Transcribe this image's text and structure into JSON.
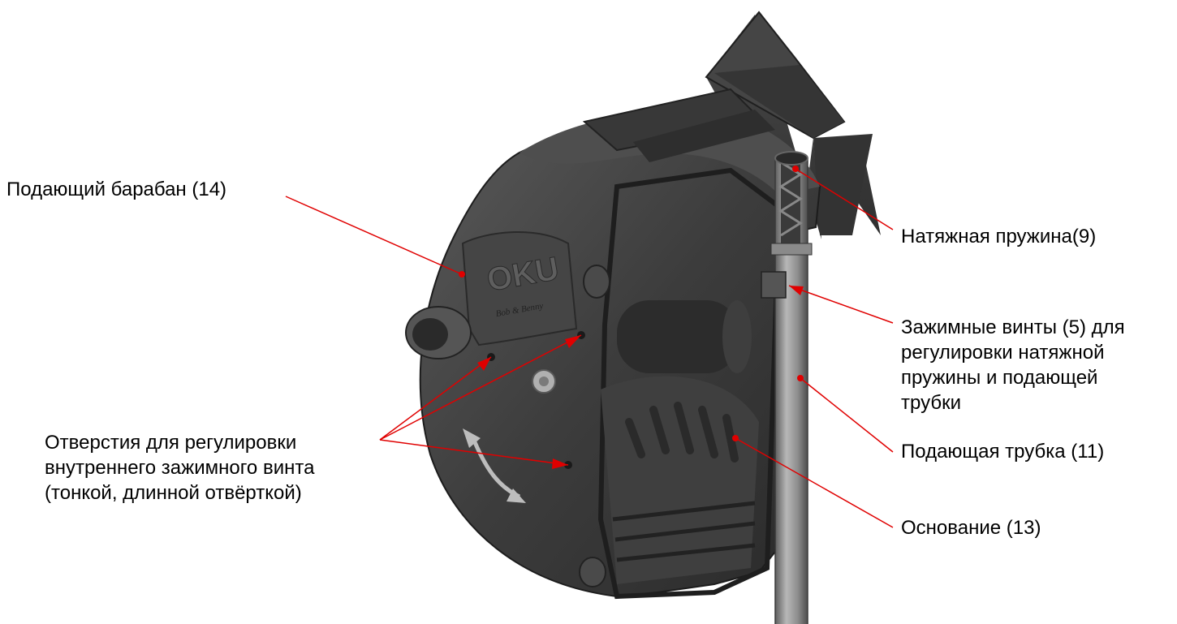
{
  "labels": {
    "drum": "Подающий барабан (14)",
    "holes_line1": "Отверстия для регулировки",
    "holes_line2": "внутреннего зажимного винта",
    "holes_line3": "(тонкой, длинной отвёрткой)",
    "spring": "Натяжная пружина(9)",
    "screws_line1": "Зажимные винты (5) для",
    "screws_line2": "регулировки натяжной",
    "screws_line3": "пружины и подающей",
    "screws_line4": "трубки",
    "tube": "Подающая трубка (11)",
    "base": "Основание (13)"
  },
  "logo": {
    "brand": "OKU",
    "sub": "Bob & Benny"
  },
  "colors": {
    "leader_line": "#e00000",
    "body_dark": "#3a3a3a",
    "body_mid": "#505050",
    "body_light": "#6a6a6a",
    "tube": "#8a8a8a",
    "label_text": "#000000"
  }
}
